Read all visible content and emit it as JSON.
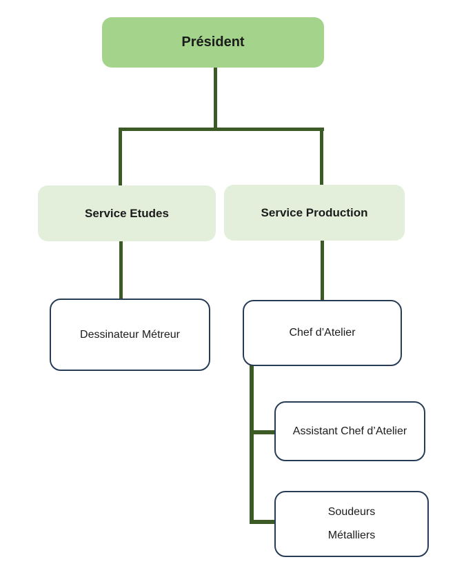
{
  "colors": {
    "president_fill": "#a4d38c",
    "service_fill": "#e3efdb",
    "white_box_border": "#263b55",
    "connector": "#3b5a26",
    "text_dark": "#1b1b1b"
  },
  "nodes": {
    "president": {
      "label": "Président"
    },
    "service_etudes": {
      "label": "Service Etudes"
    },
    "service_production": {
      "label": "Service Production"
    },
    "dessinateur_metreur": {
      "label": "Dessinateur Métreur"
    },
    "chef_atelier": {
      "label": "Chef d’Atelier"
    },
    "assistant_chef_atelier": {
      "label": "Assistant Chef d’Atelier"
    },
    "soudeurs_metalliers": {
      "line1": "Soudeurs",
      "line2": "Métalliers"
    }
  }
}
